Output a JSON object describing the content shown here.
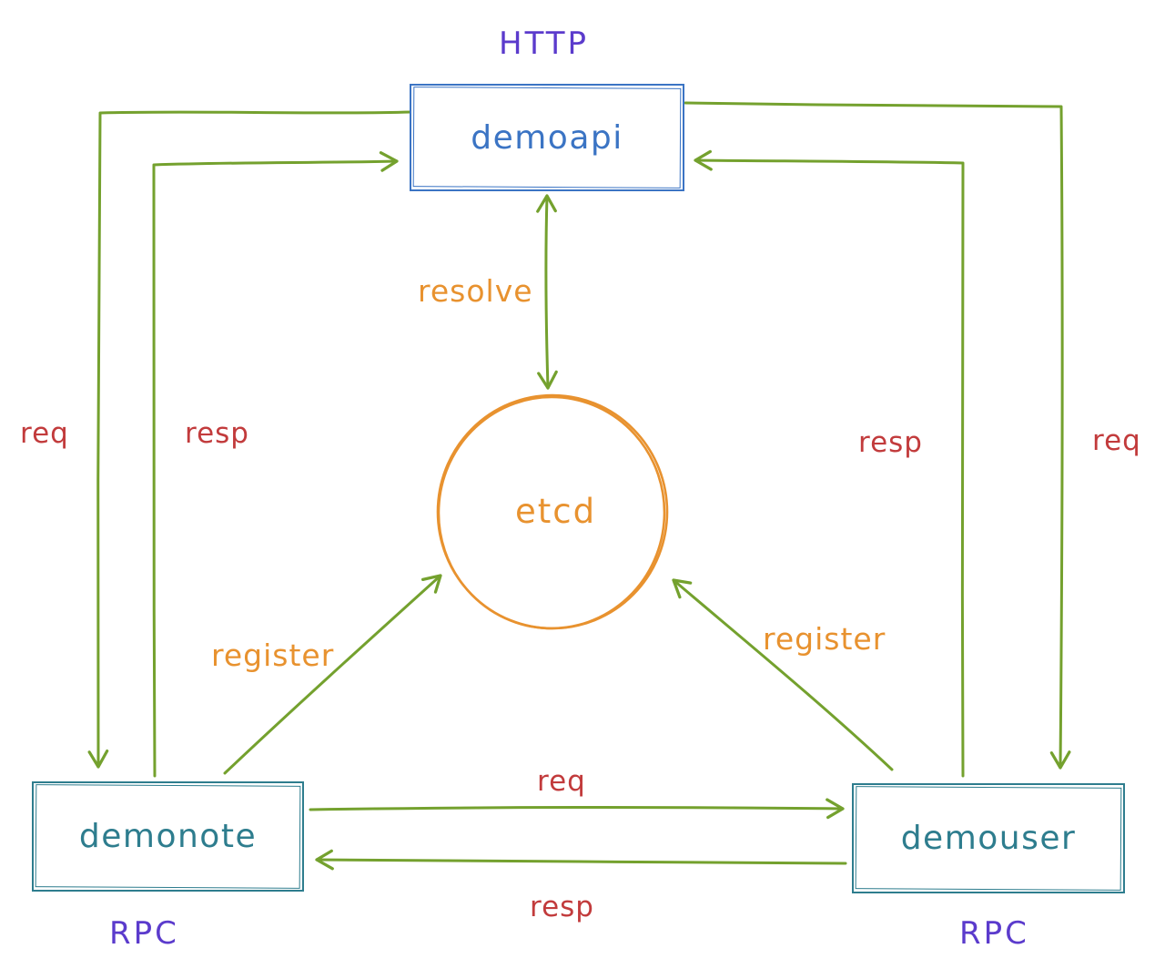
{
  "nodes": {
    "demoapi": {
      "label": "demoapi",
      "protocol": "HTTP"
    },
    "demonote": {
      "label": "demonote",
      "protocol": "RPC"
    },
    "demouser": {
      "label": "demouser",
      "protocol": "RPC"
    },
    "etcd": {
      "label": "etcd"
    }
  },
  "edge_labels": {
    "resolve": "resolve",
    "register_left": "register",
    "register_right": "register",
    "req_left": "req",
    "resp_left": "resp",
    "resp_right": "resp",
    "req_right": "req",
    "req_bottom": "req",
    "resp_bottom": "resp"
  },
  "colors": {
    "green": "#74a12e",
    "orange": "#e8922f",
    "red": "#c23b3c",
    "purple": "#5b3bcc",
    "blue": "#3b74c4",
    "teal": "#2e7d8e",
    "background": "#ffffff"
  }
}
